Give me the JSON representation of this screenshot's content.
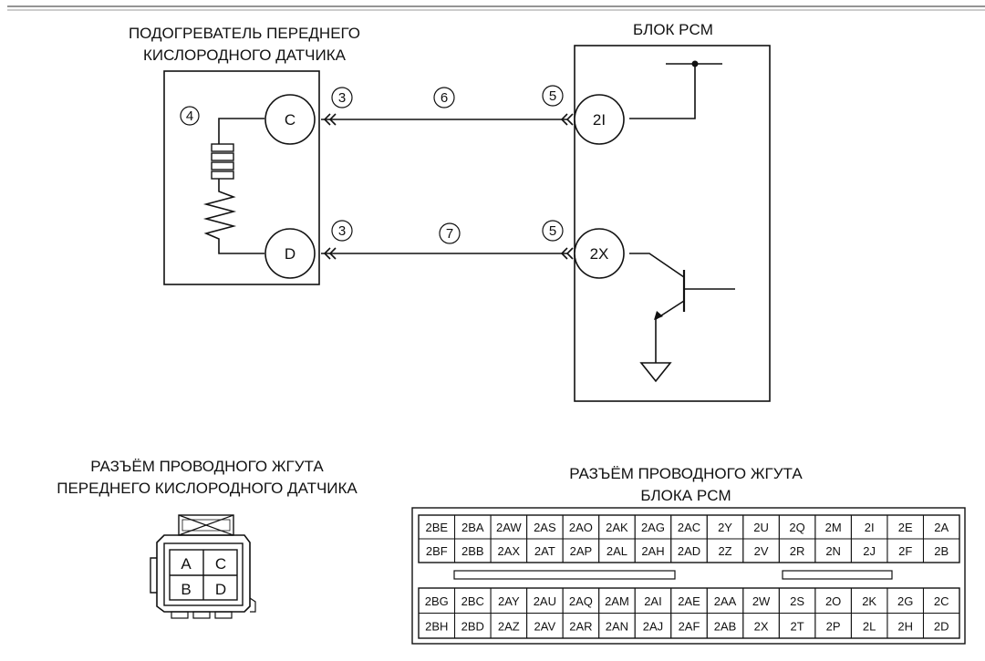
{
  "top_rule": true,
  "sensor": {
    "title_line1": "ПОДОГРЕВАТЕЛЬ ПЕРЕДНЕГО",
    "title_line2": "КИСЛОРОДНОГО ДАТЧИКА",
    "heater_callout": "4",
    "pins": [
      "C",
      "D"
    ]
  },
  "pcm": {
    "title": "БЛОК PCM",
    "pins": [
      "2I",
      "2X"
    ]
  },
  "wires": [
    {
      "callout_left": "3",
      "callout_mid": "6",
      "callout_right": "5"
    },
    {
      "callout_left": "3",
      "callout_mid": "7",
      "callout_right": "5"
    }
  ],
  "sensor_connector": {
    "title_line1": "РАЗЪЁМ ПРОВОДНОГО ЖГУТА",
    "title_line2": "ПЕРЕДНЕГО КИСЛОРОДНОГО ДАТЧИКА",
    "terminals": [
      "A",
      "C",
      "B",
      "D"
    ]
  },
  "pcm_connector": {
    "title_line1": "РАЗЪЁМ ПРОВОДНОГО ЖГУТА",
    "title_line2": "БЛОКА PCM",
    "upper_rows": [
      [
        "2BE",
        "2BA",
        "2AW",
        "2AS",
        "2AO",
        "2AK",
        "2AG",
        "2AC",
        "2Y",
        "2U",
        "2Q",
        "2M",
        "2I",
        "2E",
        "2A"
      ],
      [
        "2BF",
        "2BB",
        "2AX",
        "2AT",
        "2AP",
        "2AL",
        "2AH",
        "2AD",
        "2Z",
        "2V",
        "2R",
        "2N",
        "2J",
        "2F",
        "2B"
      ]
    ],
    "lower_rows": [
      [
        "2BG",
        "2BC",
        "2AY",
        "2AU",
        "2AQ",
        "2AM",
        "2AI",
        "2AE",
        "2AA",
        "2W",
        "2S",
        "2O",
        "2K",
        "2G",
        "2C"
      ],
      [
        "2BH",
        "2BD",
        "2AZ",
        "2AV",
        "2AR",
        "2AN",
        "2AJ",
        "2AF",
        "2AB",
        "2X",
        "2T",
        "2P",
        "2L",
        "2H",
        "2D"
      ]
    ]
  }
}
